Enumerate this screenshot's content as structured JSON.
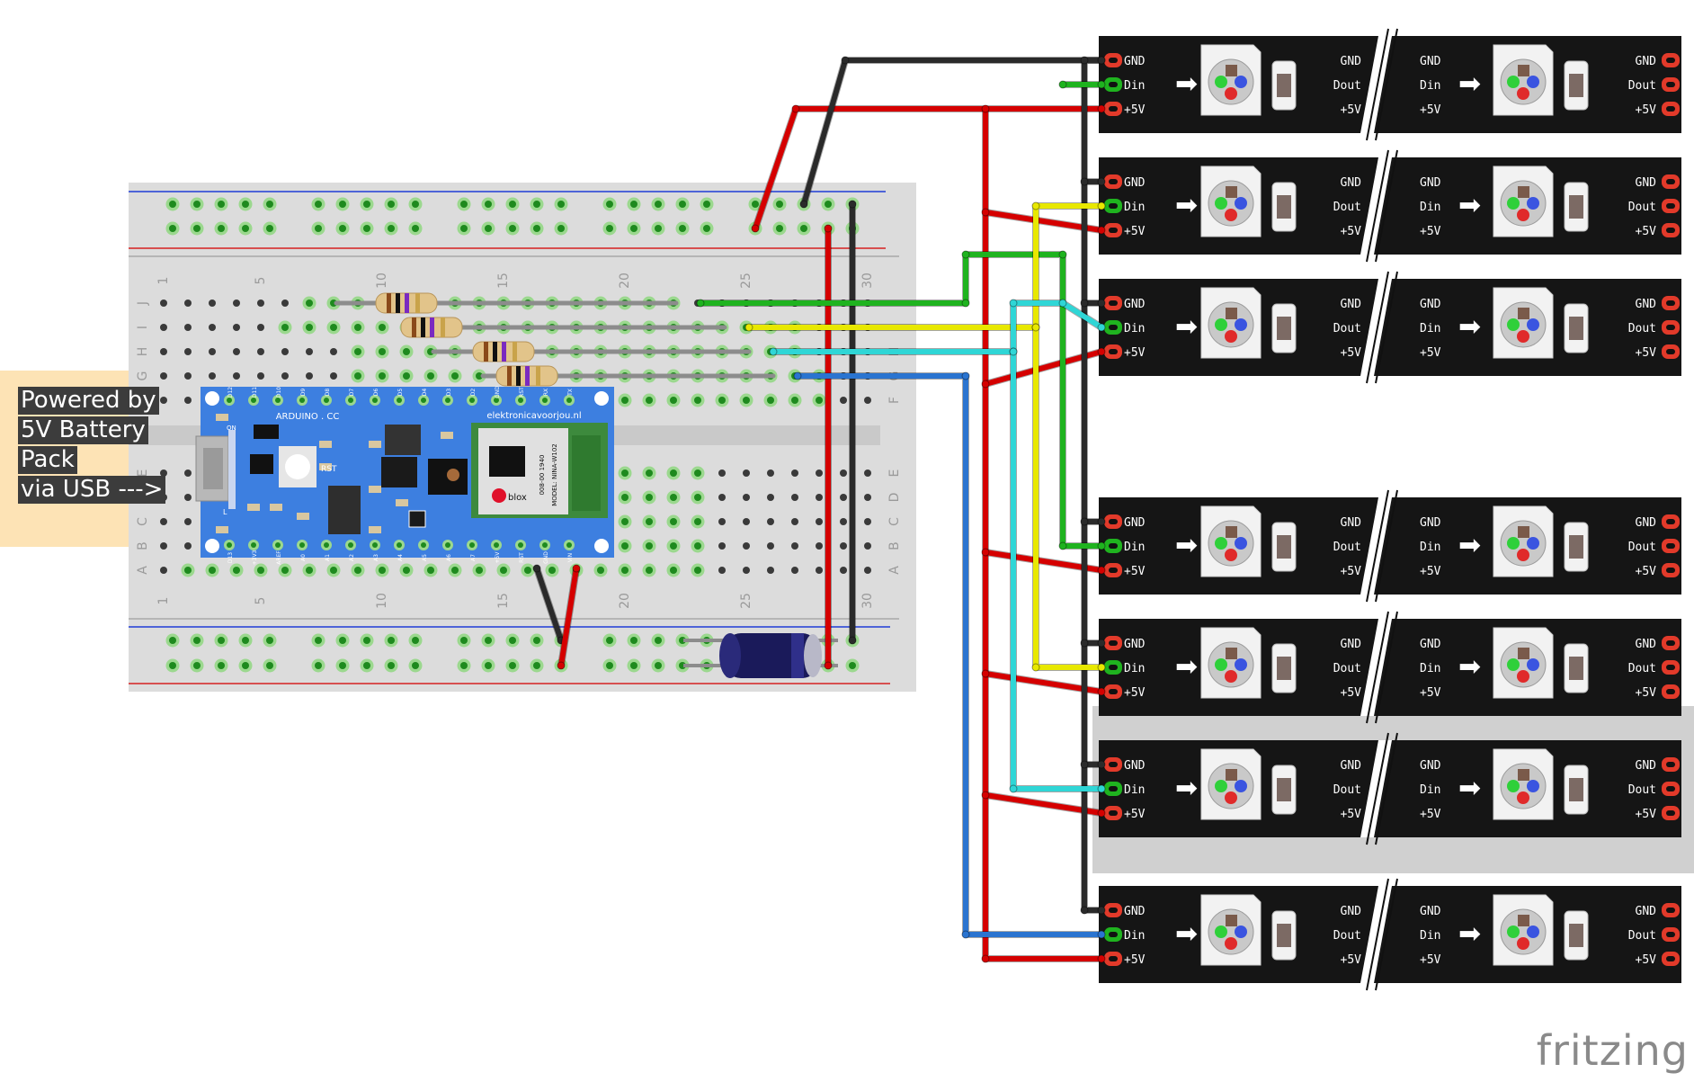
{
  "note": {
    "lines": [
      "Powered by",
      "5V Battery",
      "Pack",
      "via USB --->"
    ]
  },
  "brand": "fritzing",
  "board": {
    "name": "ARDUINO . CC",
    "vendor": "elektronicavoorjou.nl",
    "module_brand": "blox",
    "module_model": "MODEL: NINA-W102",
    "module_code": "008-00 1940",
    "reset_label": "RST",
    "on_label": "ON",
    "l_label": "L",
    "top_pins": [
      "D12",
      "D11",
      "D10",
      "D9",
      "D8",
      "D7",
      "D6",
      "D5",
      "D4",
      "D3",
      "D2",
      "GND",
      "RST",
      "RX",
      "TX"
    ],
    "bottom_pins": [
      "D13",
      "+3V3",
      "AREF",
      "A0",
      "A1",
      "A2",
      "A3",
      "A4",
      "A5",
      "A6",
      "A7",
      "+5V",
      "RST",
      "GND",
      "VIN"
    ]
  },
  "breadboard": {
    "column_numbers": [
      "1",
      "5",
      "10",
      "15",
      "20",
      "25",
      "30"
    ],
    "row_letters_top": [
      "J",
      "I",
      "H",
      "G",
      "F"
    ],
    "row_letters_bottom": [
      "E",
      "D",
      "C",
      "B",
      "A"
    ]
  },
  "strip": {
    "left_pins": [
      "GND",
      "Din",
      "+5V"
    ],
    "mid_left_pins": [
      "GND",
      "Dout",
      "+5V"
    ],
    "mid_right_pins": [
      "GND",
      "Din",
      "+5V"
    ],
    "right_pins": [
      "GND",
      "Dout",
      "+5V"
    ],
    "arrow": "➡"
  },
  "colors": {
    "wire_red": "#d50000",
    "wire_black": "#2a2a2a",
    "wire_green": "#1fb31f",
    "wire_yellow": "#e8e800",
    "wire_cyan": "#2fd6d6",
    "wire_blue": "#2a74d0",
    "board_blue": "#3d7fe0",
    "strip_black": "#151515",
    "breadboard": "#dcdcdc"
  }
}
